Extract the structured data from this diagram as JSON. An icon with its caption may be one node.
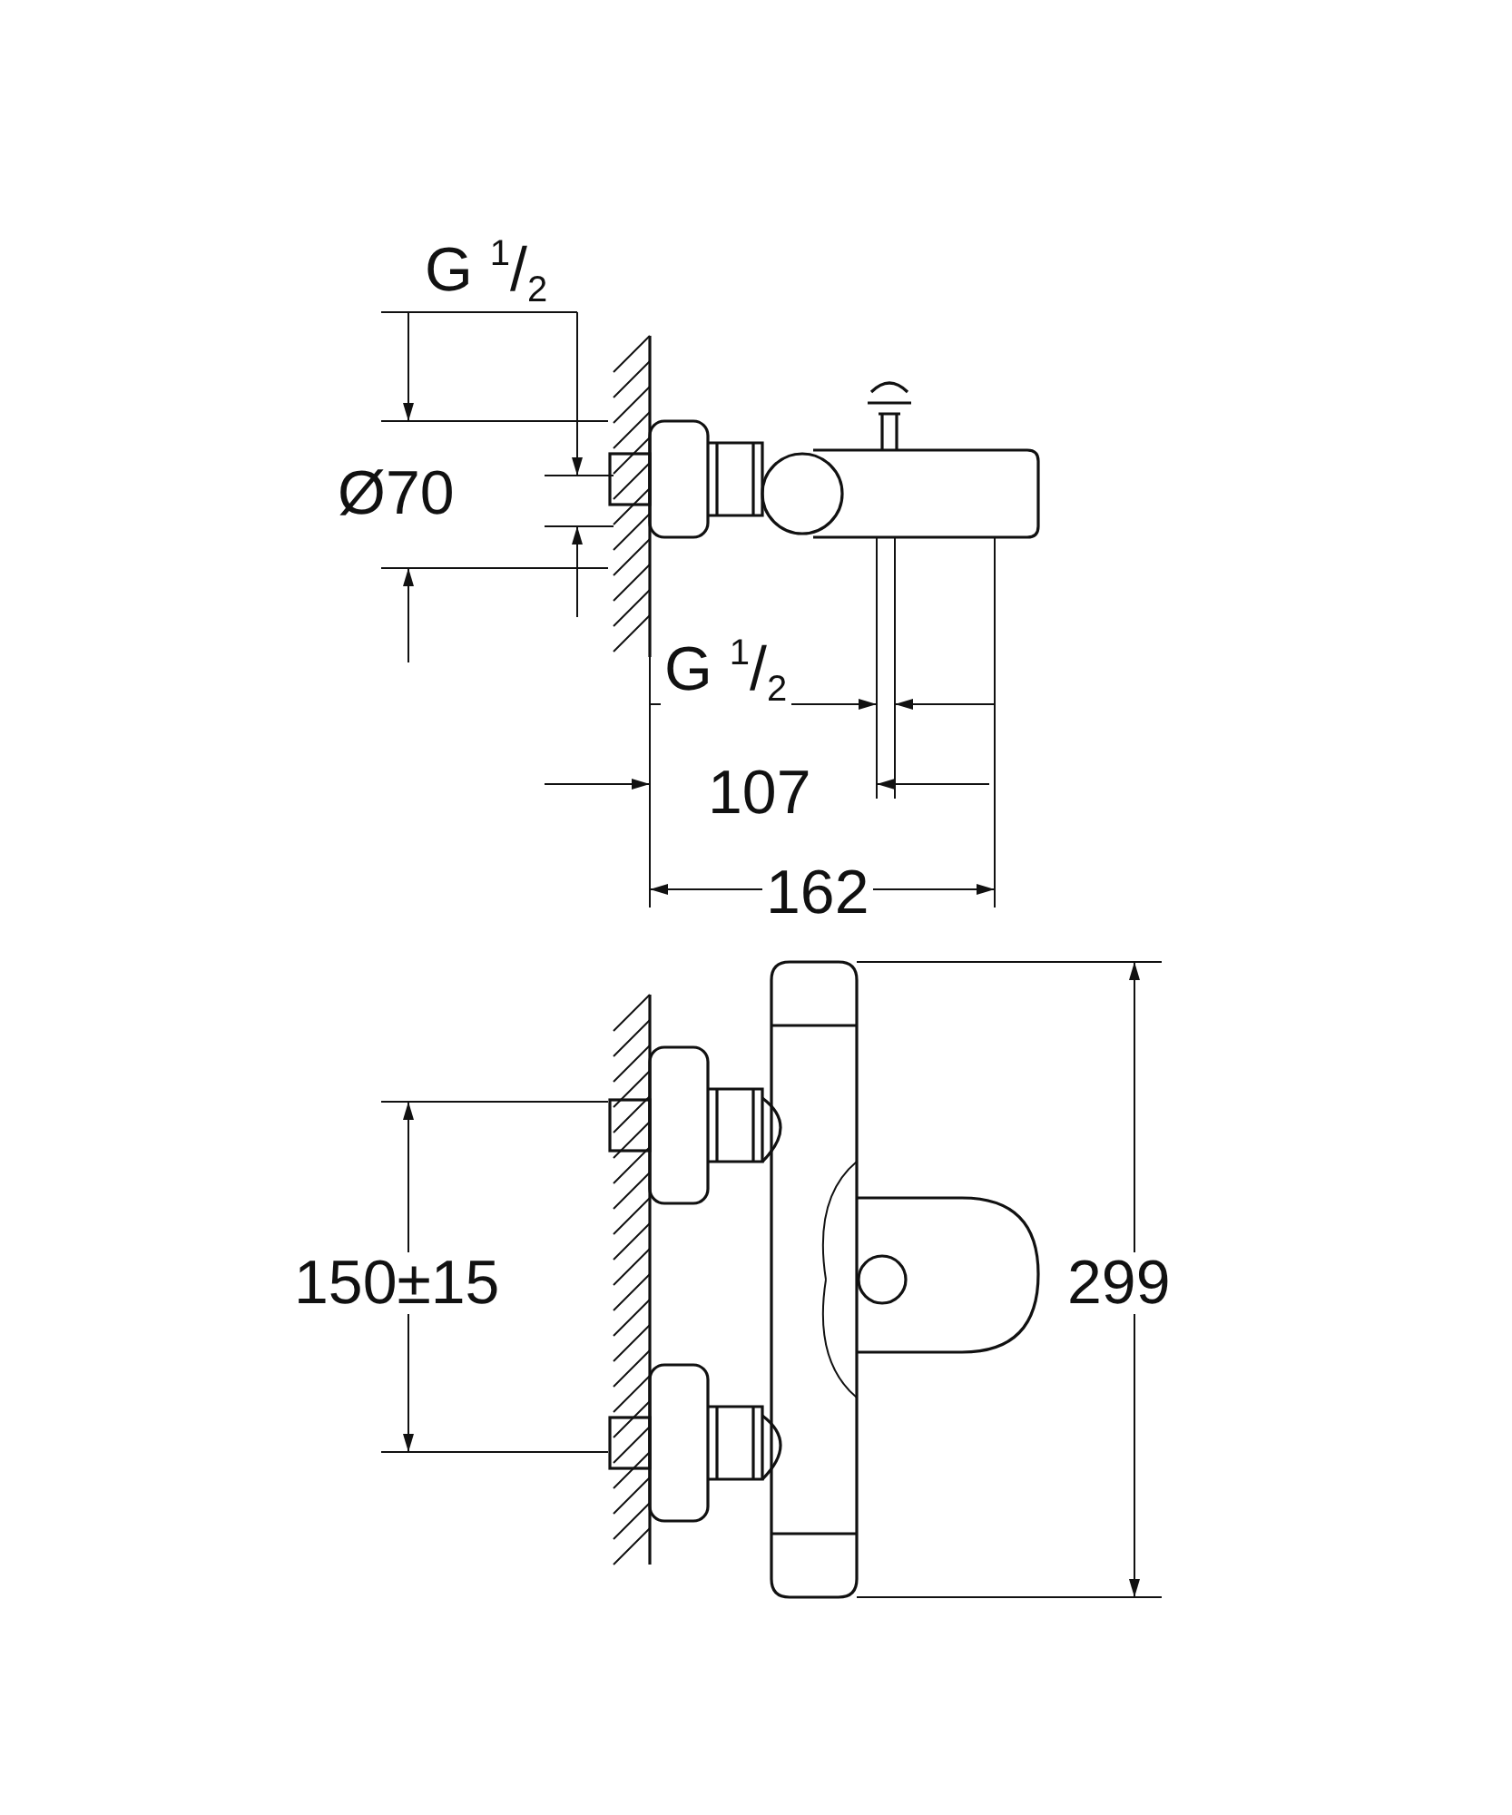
{
  "diagram": {
    "labels": [
      "G $^{1}$/$_{2}$",
      "Ø70",
      "G $^{1}$/$_{2}$",
      "107",
      "162",
      "150±15",
      "299"
    ]
  }
}
